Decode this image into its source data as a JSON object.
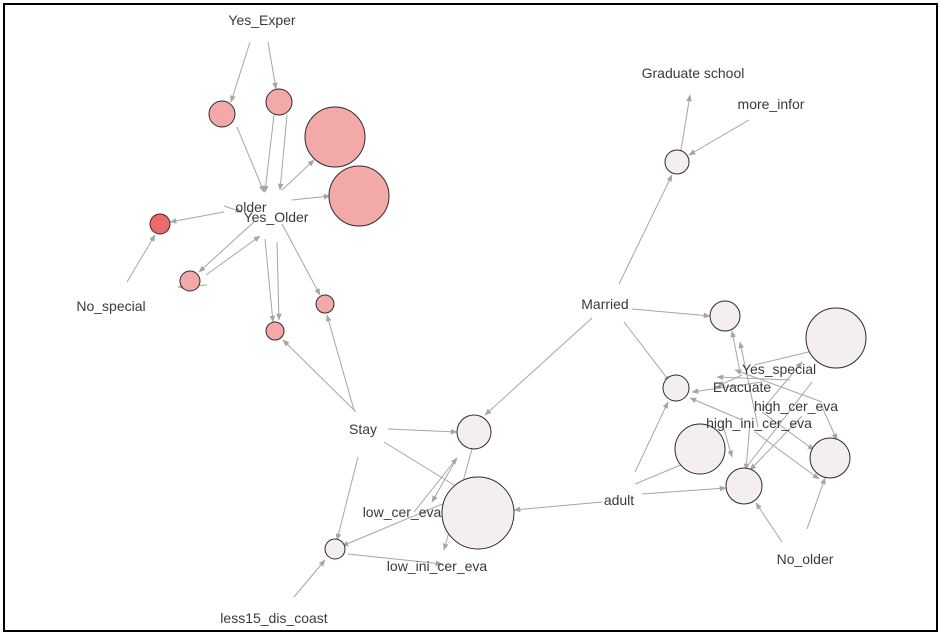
{
  "diagram": {
    "type": "association-rule network",
    "colors": {
      "edge": "#a6a6a6",
      "node_outline": "#2b2b2b",
      "node_red": "#f4a9a9",
      "node_red_dark": "#ee6b6b",
      "node_light": "#f5eeee",
      "label": "#3a3a3a"
    },
    "labels": [
      {
        "id": "yes_exper",
        "text": "Yes_Exper"
      },
      {
        "id": "older",
        "text": "older"
      },
      {
        "id": "yes_older",
        "text": "Yes_Older"
      },
      {
        "id": "no_special",
        "text": "No_special"
      },
      {
        "id": "stay",
        "text": "Stay"
      },
      {
        "id": "low_cer_eva",
        "text": "low_cer_eva"
      },
      {
        "id": "low_ini_cer_eva",
        "text": "low_ini_cer_eva"
      },
      {
        "id": "less15_dis_coast",
        "text": "less15_dis_coast"
      },
      {
        "id": "graduate_school",
        "text": "Graduate school"
      },
      {
        "id": "more_infor",
        "text": "more_infor"
      },
      {
        "id": "married",
        "text": "Married"
      },
      {
        "id": "adult",
        "text": "adult"
      },
      {
        "id": "yes_special",
        "text": "Yes_special"
      },
      {
        "id": "evacuate",
        "text": "Evacuate"
      },
      {
        "id": "high_cer_eva",
        "text": "high_cer_eva"
      },
      {
        "id": "high_ini_cer_eva",
        "text": "high_ini_cer_eva"
      },
      {
        "id": "no_older",
        "text": "No_older"
      }
    ]
  }
}
